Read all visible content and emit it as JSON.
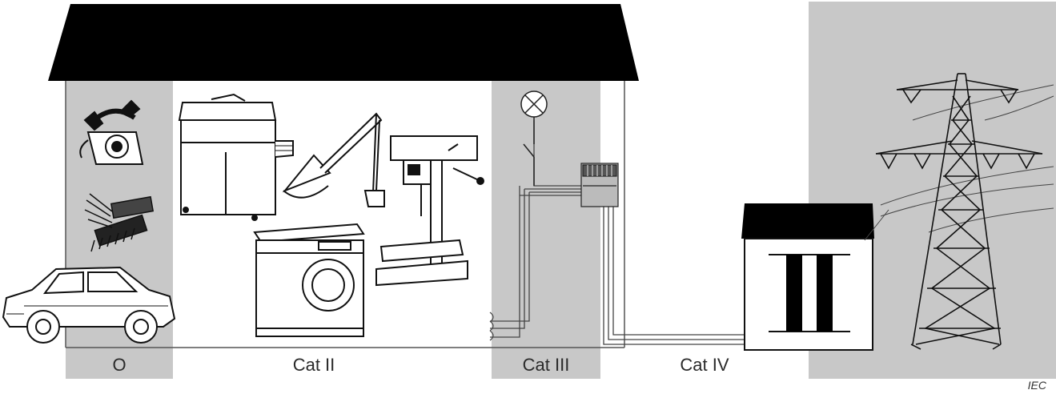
{
  "zones": {
    "o_label": "O",
    "cat2_label": "Cat II",
    "cat3_label": "Cat III",
    "cat4_label": "Cat IV"
  },
  "credit": "IEC",
  "colors": {
    "zone_shade": "#c8c8c8",
    "roof": "#000000",
    "line": "#000000"
  },
  "icons": [
    "telephone-icon",
    "microchip-icon",
    "car-icon",
    "photocopier-icon",
    "desk-lamp-icon",
    "drill-press-icon",
    "washing-machine-icon",
    "ceiling-lamp-icon",
    "wall-switch-icon",
    "distribution-board-icon",
    "transformer-icon",
    "power-pylon-icon"
  ]
}
